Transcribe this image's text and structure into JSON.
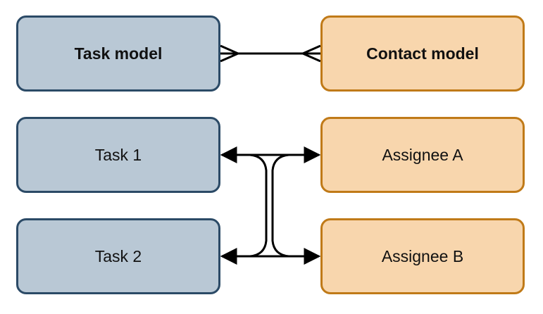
{
  "nodes": {
    "task_model": "Task model",
    "contact_model": "Contact model",
    "task_1": "Task 1",
    "task_2": "Task 2",
    "assignee_a": "Assignee A",
    "assignee_b": "Assignee B"
  },
  "colors": {
    "task_fill": "#b9c8d5",
    "task_border": "#2b4a66",
    "contact_fill": "#f8d6ad",
    "contact_border": "#c07a18",
    "edge": "#000000"
  },
  "relations": [
    {
      "from": "task_model",
      "to": "contact_model",
      "type": "many-to-many"
    },
    {
      "from": "task_1",
      "to": "assignee_a",
      "type": "bidirectional"
    },
    {
      "from": "task_1",
      "to": "assignee_b",
      "type": "bidirectional"
    },
    {
      "from": "task_2",
      "to": "assignee_a",
      "type": "bidirectional"
    },
    {
      "from": "task_2",
      "to": "assignee_b",
      "type": "bidirectional"
    }
  ]
}
